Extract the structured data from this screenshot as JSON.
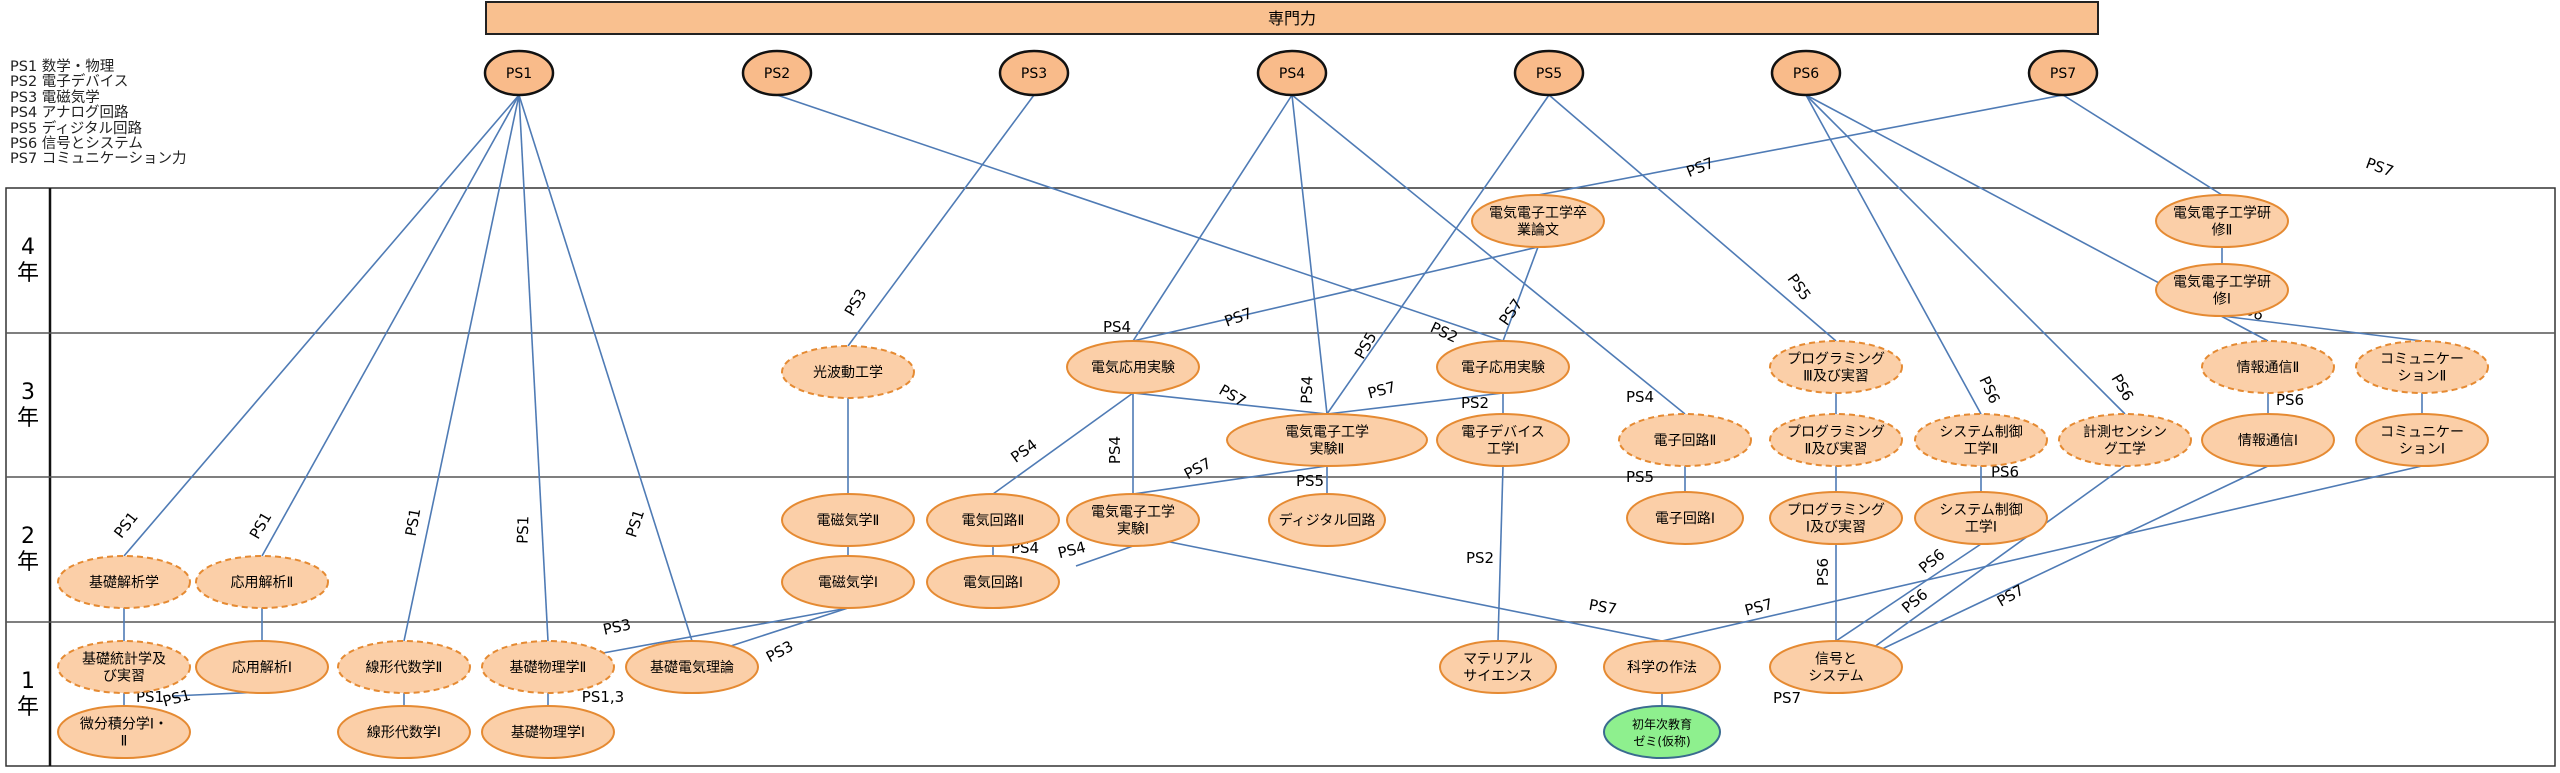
{
  "header": {
    "title": "専門力"
  },
  "legend": [
    {
      "code": "PS1",
      "label": "数学・物理"
    },
    {
      "code": "PS2",
      "label": "電子デバイス"
    },
    {
      "code": "PS3",
      "label": "電磁気学"
    },
    {
      "code": "PS4",
      "label": "アナログ回路"
    },
    {
      "code": "PS5",
      "label": "ディジタル回路"
    },
    {
      "code": "PS6",
      "label": "信号とシステム"
    },
    {
      "code": "PS7",
      "label": "コミュニケーション力"
    }
  ],
  "years": [
    {
      "id": "y4",
      "label": [
        "4",
        "年"
      ]
    },
    {
      "id": "y3",
      "label": [
        "3",
        "年"
      ]
    },
    {
      "id": "y2",
      "label": [
        "2",
        "年"
      ]
    },
    {
      "id": "y1",
      "label": [
        "1",
        "年"
      ]
    }
  ],
  "colors": {
    "node_fill": "#fbcfa8",
    "node_stroke": "#e58a32",
    "ps_fill": "#f9bb8a",
    "header_fill": "#f9c08f",
    "edge": "#4f7bb5",
    "green_fill": "#8ef08e",
    "green_stroke": "#3a6b8f"
  },
  "ps_nodes": [
    "PS1",
    "PS2",
    "PS3",
    "PS4",
    "PS5",
    "PS6",
    "PS7"
  ],
  "courses": [
    {
      "id": "sotsuron",
      "lines": [
        "電気電子工学卒",
        "業論文"
      ],
      "style": "solid"
    },
    {
      "id": "kenshu2",
      "lines": [
        "電気電子工学研",
        "修Ⅱ"
      ],
      "style": "solid"
    },
    {
      "id": "kenshu1",
      "lines": [
        "電気電子工学研",
        "修Ⅰ"
      ],
      "style": "solid"
    },
    {
      "id": "kohado",
      "lines": [
        "光波動工学"
      ],
      "style": "dashed"
    },
    {
      "id": "denki_oyo",
      "lines": [
        "電気応用実験"
      ],
      "style": "solid"
    },
    {
      "id": "denshi_oyo",
      "lines": [
        "電子応用実験"
      ],
      "style": "solid"
    },
    {
      "id": "jikken2",
      "lines": [
        "電気電子工学",
        "実験Ⅱ"
      ],
      "style": "solid"
    },
    {
      "id": "device1",
      "lines": [
        "電子デバイス",
        "工学Ⅰ"
      ],
      "style": "solid"
    },
    {
      "id": "kairo_d2",
      "lines": [
        "電子回路Ⅱ"
      ],
      "style": "dashed"
    },
    {
      "id": "prog3",
      "lines": [
        "プログラミング",
        "Ⅲ及び実習"
      ],
      "style": "dashed"
    },
    {
      "id": "prog2",
      "lines": [
        "プログラミング",
        "Ⅱ及び実習"
      ],
      "style": "dashed"
    },
    {
      "id": "system2",
      "lines": [
        "システム制御",
        "工学Ⅱ"
      ],
      "style": "dashed"
    },
    {
      "id": "keisoku",
      "lines": [
        "計測センシン",
        "グ工学"
      ],
      "style": "dashed"
    },
    {
      "id": "joho2",
      "lines": [
        "情報通信Ⅱ"
      ],
      "style": "dashed"
    },
    {
      "id": "joho1",
      "lines": [
        "情報通信Ⅰ"
      ],
      "style": "solid"
    },
    {
      "id": "comm2",
      "lines": [
        "コミュニケー",
        "ションⅡ"
      ],
      "style": "dashed"
    },
    {
      "id": "comm1",
      "lines": [
        "コミュニケー",
        "ションⅠ"
      ],
      "style": "solid"
    },
    {
      "id": "kiso_kaiseki",
      "lines": [
        "基礎解析学"
      ],
      "style": "dashed"
    },
    {
      "id": "oyo2",
      "lines": [
        "応用解析Ⅱ"
      ],
      "style": "dashed"
    },
    {
      "id": "denji2",
      "lines": [
        "電磁気学Ⅱ"
      ],
      "style": "solid"
    },
    {
      "id": "denji1",
      "lines": [
        "電磁気学Ⅰ"
      ],
      "style": "solid"
    },
    {
      "id": "kairo2",
      "lines": [
        "電気回路Ⅱ"
      ],
      "style": "solid"
    },
    {
      "id": "kairo1",
      "lines": [
        "電気回路Ⅰ"
      ],
      "style": "solid"
    },
    {
      "id": "jikken1",
      "lines": [
        "電気電子工学",
        "実験Ⅰ"
      ],
      "style": "solid"
    },
    {
      "id": "digital",
      "lines": [
        "ディジタル回路"
      ],
      "style": "solid"
    },
    {
      "id": "kairo_d1",
      "lines": [
        "電子回路Ⅰ"
      ],
      "style": "solid"
    },
    {
      "id": "prog1",
      "lines": [
        "プログラミング",
        "Ⅰ及び実習"
      ],
      "style": "solid"
    },
    {
      "id": "system1",
      "lines": [
        "システム制御",
        "工学Ⅰ"
      ],
      "style": "solid"
    },
    {
      "id": "kiso_tokei",
      "lines": [
        "基礎統計学及",
        "び実習"
      ],
      "style": "dashed"
    },
    {
      "id": "oyo1",
      "lines": [
        "応用解析Ⅰ"
      ],
      "style": "solid"
    },
    {
      "id": "bibun",
      "lines": [
        "微分積分学Ⅰ・",
        "Ⅱ"
      ],
      "style": "solid"
    },
    {
      "id": "senkei2",
      "lines": [
        "線形代数学Ⅱ"
      ],
      "style": "dashed"
    },
    {
      "id": "senkei1",
      "lines": [
        "線形代数学Ⅰ"
      ],
      "style": "solid"
    },
    {
      "id": "butsuri2",
      "lines": [
        "基礎物理学Ⅱ"
      ],
      "style": "dashed"
    },
    {
      "id": "butsuri1",
      "lines": [
        "基礎物理学Ⅰ"
      ],
      "style": "solid"
    },
    {
      "id": "kiso_denki",
      "lines": [
        "基礎電気理論"
      ],
      "style": "solid"
    },
    {
      "id": "material",
      "lines": [
        "マテリアル",
        "サイエンス"
      ],
      "style": "solid"
    },
    {
      "id": "sahou",
      "lines": [
        "科学の作法"
      ],
      "style": "solid"
    },
    {
      "id": "shingo",
      "lines": [
        "信号と",
        "システム"
      ],
      "style": "solid"
    },
    {
      "id": "zemi",
      "lines": [
        "初年次教育",
        "ゼミ(仮称)"
      ],
      "style": "green"
    }
  ],
  "edge_labels": [
    "PS1",
    "PS1",
    "PS1",
    "PS1",
    "PS1",
    "PS1",
    "PS1",
    "PS1,3",
    "PS3",
    "PS3",
    "PS3",
    "PS2",
    "PS2",
    "PS2",
    "PS4",
    "PS4",
    "PS4",
    "PS4",
    "PS4",
    "PS4",
    "PS4",
    "PS5",
    "PS5",
    "PS5",
    "PS5",
    "PS6",
    "PS6",
    "PS6",
    "PS6",
    "PS6",
    "PS6",
    "PS6",
    "PS6",
    "PS7",
    "PS7",
    "PS7",
    "PS7",
    "PS7",
    "PS7",
    "PS7",
    "PS7",
    "PS7",
    "PS7"
  ]
}
